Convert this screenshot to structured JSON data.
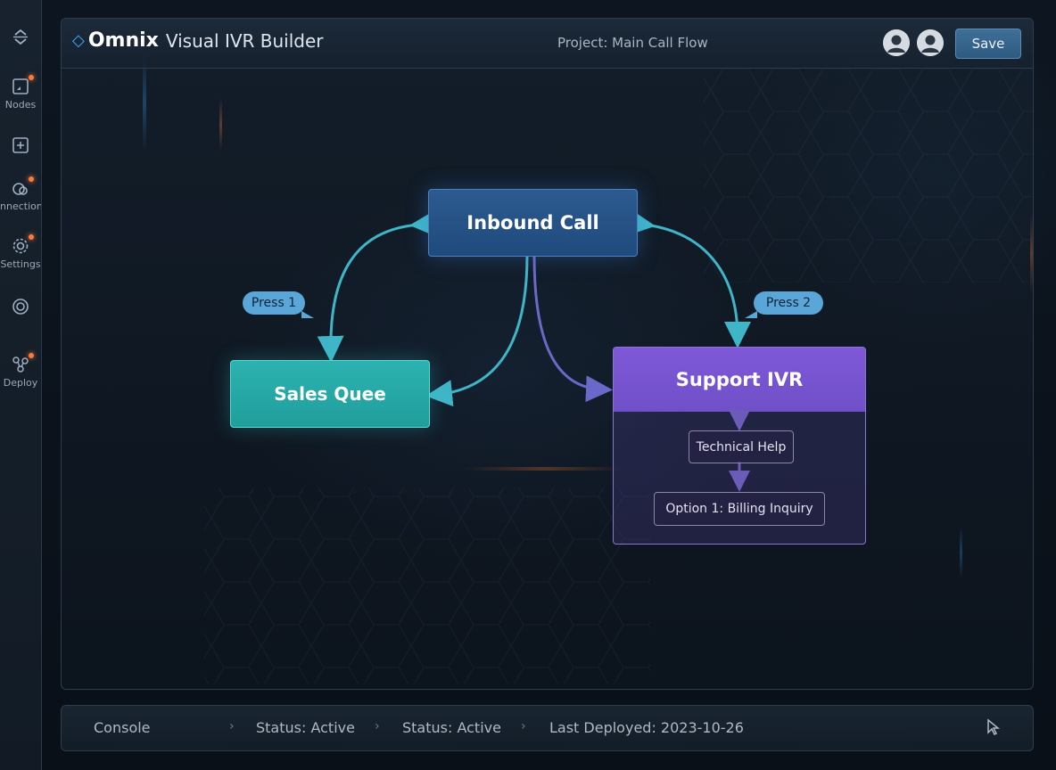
{
  "app": {
    "brand_mark": "◇",
    "brand_name": "Omnix",
    "title": "Visual IVR Builder",
    "project": "Project: Main Call Flow",
    "save_label": "Save"
  },
  "sidebar": {
    "items": [
      {
        "icon": "chevron-collapse-icon",
        "label": ""
      },
      {
        "icon": "nodes-icon",
        "label": "Nodes"
      },
      {
        "icon": "add-node-icon",
        "label": ""
      },
      {
        "icon": "connections-icon",
        "label": "nnections"
      },
      {
        "icon": "settings-icon",
        "label": "Settings"
      },
      {
        "icon": "gear-icon",
        "label": ""
      },
      {
        "icon": "deploy-icon",
        "label": "Deploy"
      }
    ]
  },
  "flow": {
    "nodes": {
      "inbound": "Inbound Call",
      "sales": "Sales Quee",
      "support": "Support IVR",
      "technical_help": "Technical Help",
      "billing": "Option 1: Billing Inquiry"
    },
    "edge_labels": {
      "press1": "Press 1",
      "press2": "Press 2"
    }
  },
  "statusbar": {
    "console": "Console",
    "status_a": "Status: Active",
    "status_b": "Status: Active",
    "last_deployed": "Last Deployed: 2023-10-26",
    "separator": "›"
  },
  "colors": {
    "accent": "#3aa8ff",
    "inbound": "#2c5a90",
    "sales": "#2cb2b0",
    "support": "#7f58d8",
    "wire_teal": "#3fb6c8",
    "wire_purple": "#6a68c8"
  }
}
